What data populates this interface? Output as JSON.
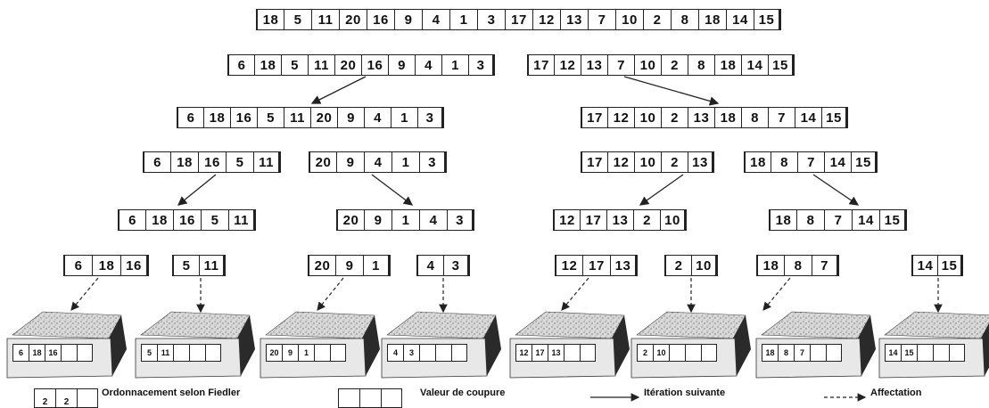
{
  "rows": {
    "root": [
      18,
      5,
      11,
      20,
      16,
      9,
      4,
      1,
      3,
      17,
      12,
      13,
      7,
      10,
      2,
      8,
      18,
      14,
      15
    ],
    "l1_left": [
      6,
      18,
      5,
      11,
      20,
      16,
      9,
      4,
      1,
      3
    ],
    "l1_right": [
      17,
      12,
      13,
      7,
      10,
      2,
      8,
      18,
      14,
      15
    ],
    "l2_left": [
      6,
      18,
      16,
      5,
      11,
      20,
      9,
      4,
      1,
      3
    ],
    "l2_right": [
      17,
      12,
      10,
      2,
      13,
      18,
      8,
      7,
      14,
      15
    ],
    "l3_a": [
      6,
      18,
      16,
      5,
      11
    ],
    "l3_b": [
      20,
      9,
      4,
      1,
      3
    ],
    "l3_c": [
      17,
      12,
      10,
      2,
      13
    ],
    "l3_d": [
      18,
      8,
      7,
      14,
      15
    ],
    "l4_a": [
      6,
      18,
      16,
      5,
      11
    ],
    "l4_b": [
      20,
      9,
      1,
      4,
      3
    ],
    "l4_c": [
      12,
      17,
      13,
      2,
      10
    ],
    "l4_d": [
      18,
      8,
      7,
      14,
      15
    ],
    "l5_a": [
      6,
      18,
      16
    ],
    "l5_b": [
      5,
      11
    ],
    "l5_c": [
      20,
      9,
      1
    ],
    "l5_d": [
      4,
      3
    ],
    "l5_e": [
      12,
      17,
      13
    ],
    "l5_f": [
      2,
      10
    ],
    "l5_g": [
      18,
      8,
      7
    ],
    "l5_h": [
      14,
      15
    ]
  },
  "processors": [
    [
      "6",
      "18",
      "16",
      "",
      ""
    ],
    [
      "5",
      "11",
      "",
      "",
      ""
    ],
    [
      "20",
      "9",
      "1",
      "",
      ""
    ],
    [
      "4",
      "3",
      "",
      "",
      ""
    ],
    [
      "12",
      "17",
      "13",
      "",
      ""
    ],
    [
      "2",
      "10",
      "",
      "",
      ""
    ],
    [
      "18",
      "8",
      "7",
      "",
      ""
    ],
    [
      "14",
      "15",
      "",
      "",
      ""
    ]
  ],
  "legend": {
    "fiedler_label": "Ordonnacement selon Fiedler",
    "cut_label": "Valeur de coupure",
    "next_label": "Itération suivante",
    "assign_label": "Affectation",
    "fiedler_sample": [
      "2",
      "2",
      ""
    ]
  },
  "colors": {
    "line": "#222222",
    "box_top": "#cfcfcf",
    "box_side": "#2a2a2a"
  }
}
